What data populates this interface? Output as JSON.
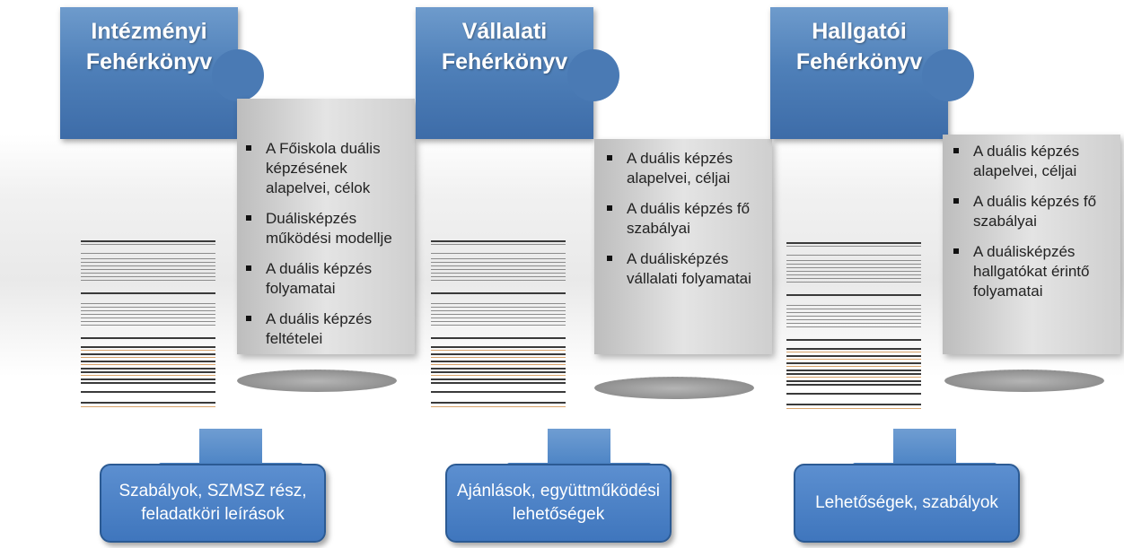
{
  "columns": [
    {
      "title_line1": "Intézményi",
      "title_line2": "Fehérkönyv",
      "bullets": [
        "A Főiskola duális képzésének alapelvei, célok",
        "Duálisképzés működési modellje",
        "A duális képzés folyamatai",
        "A duális képzés feltételei"
      ],
      "result_line1": "Szabályok, SZMSZ rész,",
      "result_line2": "feladatköri leírások"
    },
    {
      "title_line1": "Vállalati",
      "title_line2": "Fehérkönyv",
      "bullets": [
        "A duális képzés alapelvei, céljai",
        "A duális képzés fő szabályai",
        "A duálisképzés vállalati folyamatai"
      ],
      "result_line1": "Ajánlások, együttműködési",
      "result_line2": "lehetőségek"
    },
    {
      "title_line1": "Hallgatói",
      "title_line2": "Fehérkönyv",
      "bullets": [
        "A duális képzés alapelvei, céljai",
        "A duális képzés fő szabályai",
        "A duálisképzés hallgatókat érintő folyamatai"
      ],
      "result_line1": "Lehetőségek, szabályok",
      "result_line2": ""
    }
  ],
  "colors": {
    "puzzle_blue": "#4f80b9",
    "puzzle_gray": "#d6d6d6",
    "arrow_blue": "#4f86c6",
    "result_blue": "#3f76bd"
  }
}
